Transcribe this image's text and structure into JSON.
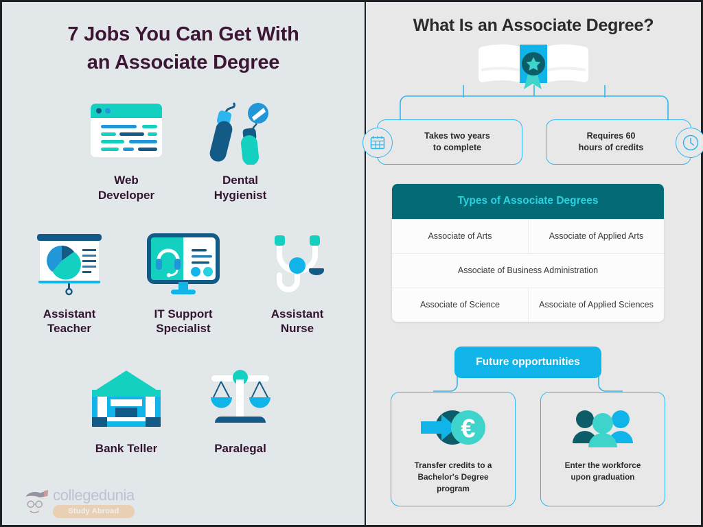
{
  "left": {
    "title_line1": "7 Jobs You Can Get With",
    "title_line2": "an Associate Degree",
    "title_color": "#3d1535",
    "background": "#e2e8ea",
    "jobs": [
      {
        "icon": "browser-window-code-icon",
        "label_line1": "Web",
        "label_line2": "Developer"
      },
      {
        "icon": "dental-tools-icon",
        "label_line1": "Dental",
        "label_line2": "Hygienist"
      },
      {
        "icon": "presentation-pie-chart-icon",
        "label_line1": "Assistant",
        "label_line2": "Teacher"
      },
      {
        "icon": "monitor-headset-icon",
        "label_line1": "IT Support",
        "label_line2": "Specialist"
      },
      {
        "icon": "stethoscope-icon",
        "label_line1": "Assistant",
        "label_line2": "Nurse"
      },
      {
        "icon": "bank-building-icon",
        "label_line1": "Bank Teller",
        "label_line2": ""
      },
      {
        "icon": "scales-of-justice-icon",
        "label_line1": "Paralegal",
        "label_line2": ""
      }
    ],
    "logo": {
      "word": "collegedunia",
      "badge": "Study Abroad",
      "badge_color": "#f2b173",
      "word_color": "#8f93ba"
    }
  },
  "right": {
    "title": "What Is an Associate Degree?",
    "title_color": "#2b2b2b",
    "background": "#e8e8e8",
    "diploma_icon": "diploma-certificate-icon",
    "facts": [
      {
        "icon": "calendar-icon",
        "line1": "Takes two years",
        "line2": "to complete"
      },
      {
        "icon": "clock-icon",
        "line1": "Requires 60",
        "line2": "hours of credits"
      }
    ],
    "table": {
      "header": "Types of Associate Degrees",
      "header_bg": "#046a75",
      "header_text_color": "#2ad2e0",
      "rows": [
        {
          "cells": [
            "Associate of Arts",
            "Associate of Applied Arts"
          ]
        },
        {
          "cells": [
            "Associate of Business Administration"
          ]
        },
        {
          "cells": [
            "Associate of Science",
            "Associate of Applied Sciences"
          ]
        }
      ]
    },
    "future": {
      "badge": "Future opportunities",
      "badge_bg": "#10b4e8",
      "options": [
        {
          "icon": "euro-transfer-icon",
          "line1": "Transfer credits to a",
          "line2": "Bachelor's Degree",
          "line3": "program"
        },
        {
          "icon": "group-of-people-icon",
          "line1": "Enter the workforce",
          "line2": "upon graduation",
          "line3": ""
        }
      ]
    }
  },
  "palette": {
    "teal": "#13d0c1",
    "cyan": "#2ad2e0",
    "blue": "#10b4e8",
    "navy": "#145a86",
    "dark_teal": "#046a75",
    "outline_blue": "#30b6ec",
    "border": "#1d2126"
  }
}
